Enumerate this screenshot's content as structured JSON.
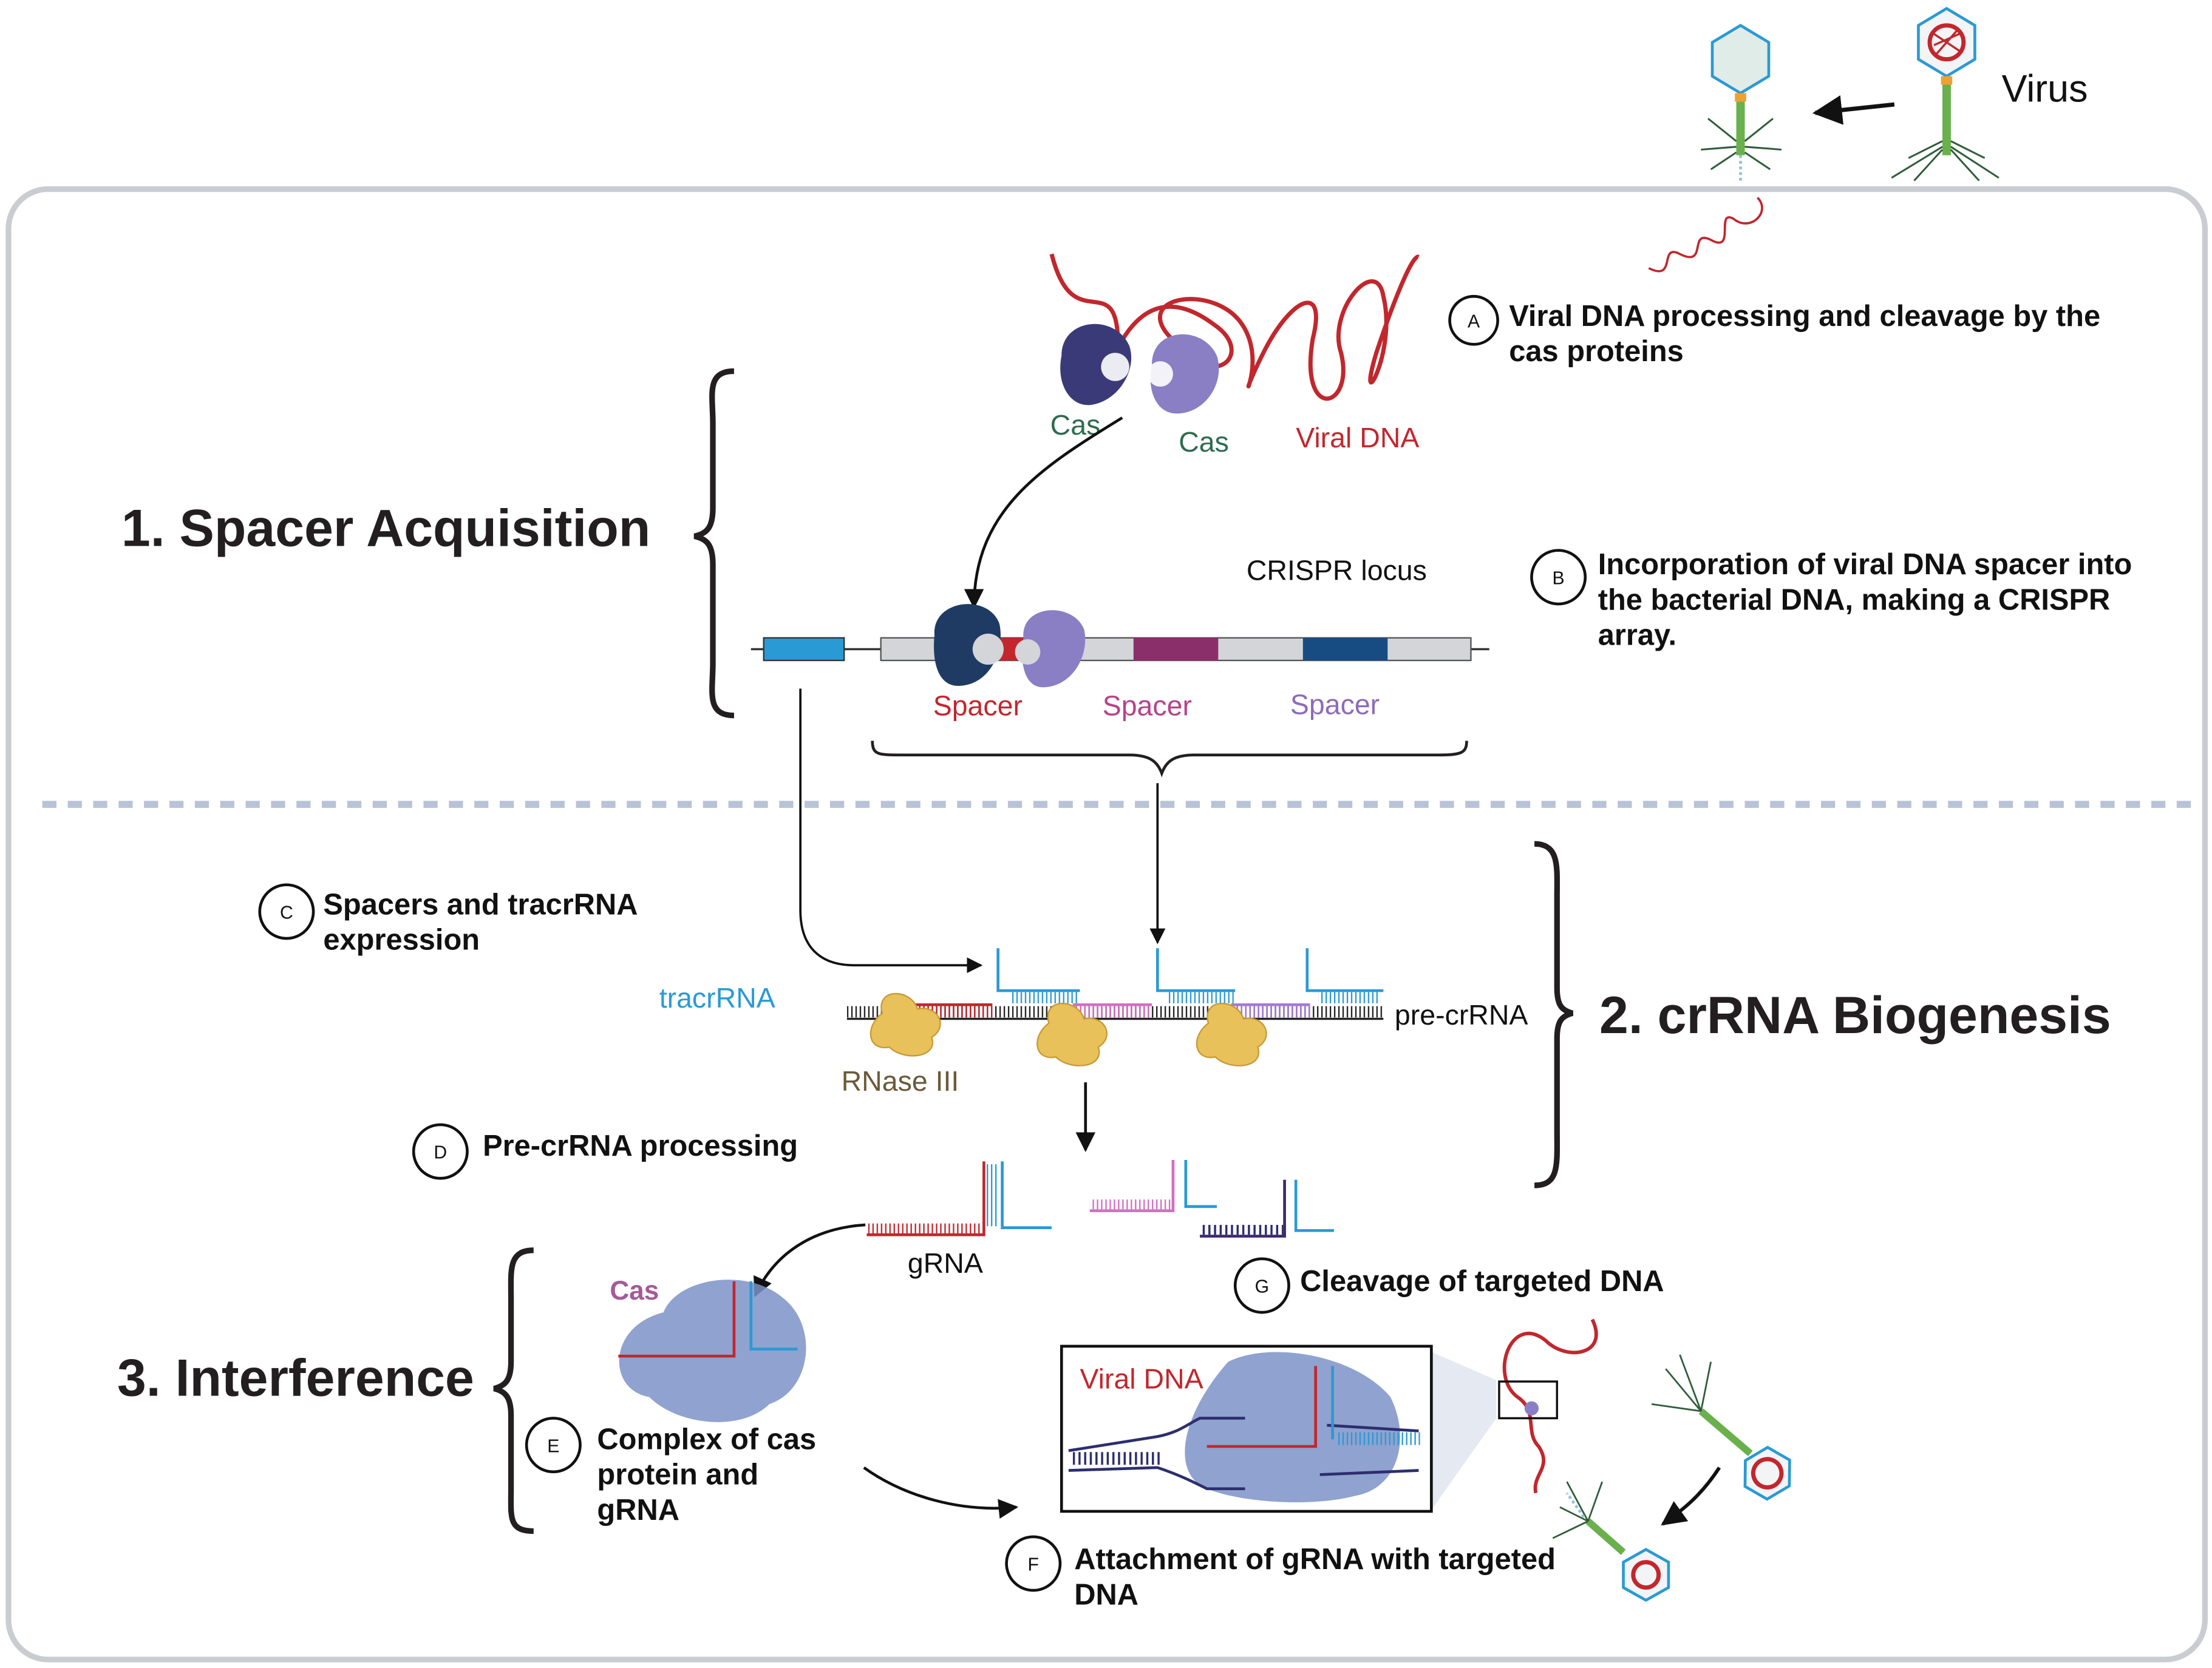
{
  "sections": {
    "spacer_acquisition": "1.  Spacer Acquisition",
    "crrna_biogenesis": "2. crRNA Biogenesis",
    "interference": "3. Interference"
  },
  "steps": {
    "A": {
      "letter": "A",
      "line1": "Viral DNA processing and cleavage by the",
      "line2": "cas proteins"
    },
    "B": {
      "letter": "B",
      "line1": "Incorporation of viral DNA spacer into",
      "line2": "the bacterial DNA, making a CRISPR",
      "line3": "array."
    },
    "C": {
      "letter": "C",
      "line1": "Spacers and tracrRNA",
      "line2": "expression"
    },
    "D": {
      "letter": "D",
      "line1": "Pre-crRNA processing"
    },
    "E": {
      "letter": "E",
      "line1": "Complex of cas",
      "line2": "protein and",
      "line3": "gRNA"
    },
    "F": {
      "letter": "F",
      "line1": "Attachment of gRNA with targeted",
      "line2": "DNA"
    },
    "G": {
      "letter": "G",
      "line1": "Cleavage of targeted DNA"
    }
  },
  "labels": {
    "virus": "Virus",
    "cas_1": "Cas",
    "cas_2": "Cas",
    "viral_dna_top": "Viral DNA",
    "crispr_locus": "CRISPR locus",
    "spacer_1": "Spacer",
    "spacer_2": "Spacer",
    "spacer_3": "Spacer",
    "tracrrna": "tracrRNA",
    "pre_crrna": "pre-crRNA",
    "rnase_iii": "RNase III",
    "grna": "gRNA",
    "cas_complex": "Cas",
    "viral_dna_inset": "Viral DNA"
  },
  "colors": {
    "viral_dna": "#c1272d",
    "cas_dark": "#3b3a78",
    "cas_light": "#8a7fc4",
    "cas_label": "#2f6b4f",
    "tracr_blue": "#2a9ad4",
    "spacer_red": "#c1272d",
    "spacer_magenta": "#b5438a",
    "spacer_purple": "#8e6bb8",
    "rnase_label": "#6b5a3a",
    "rnase_yellow": "#e8c15a",
    "complex_blue": "#7d92c7",
    "cas_complex_label": "#a45a9a",
    "panel_border": "#c9ccd1",
    "divider": "#b9c3d6"
  },
  "icons": [
    "virus-phage-icon",
    "cas-protein-icon",
    "rnase-iii-icon",
    "cas-grna-complex-icon",
    "arrow-icon",
    "brace-icon"
  ]
}
